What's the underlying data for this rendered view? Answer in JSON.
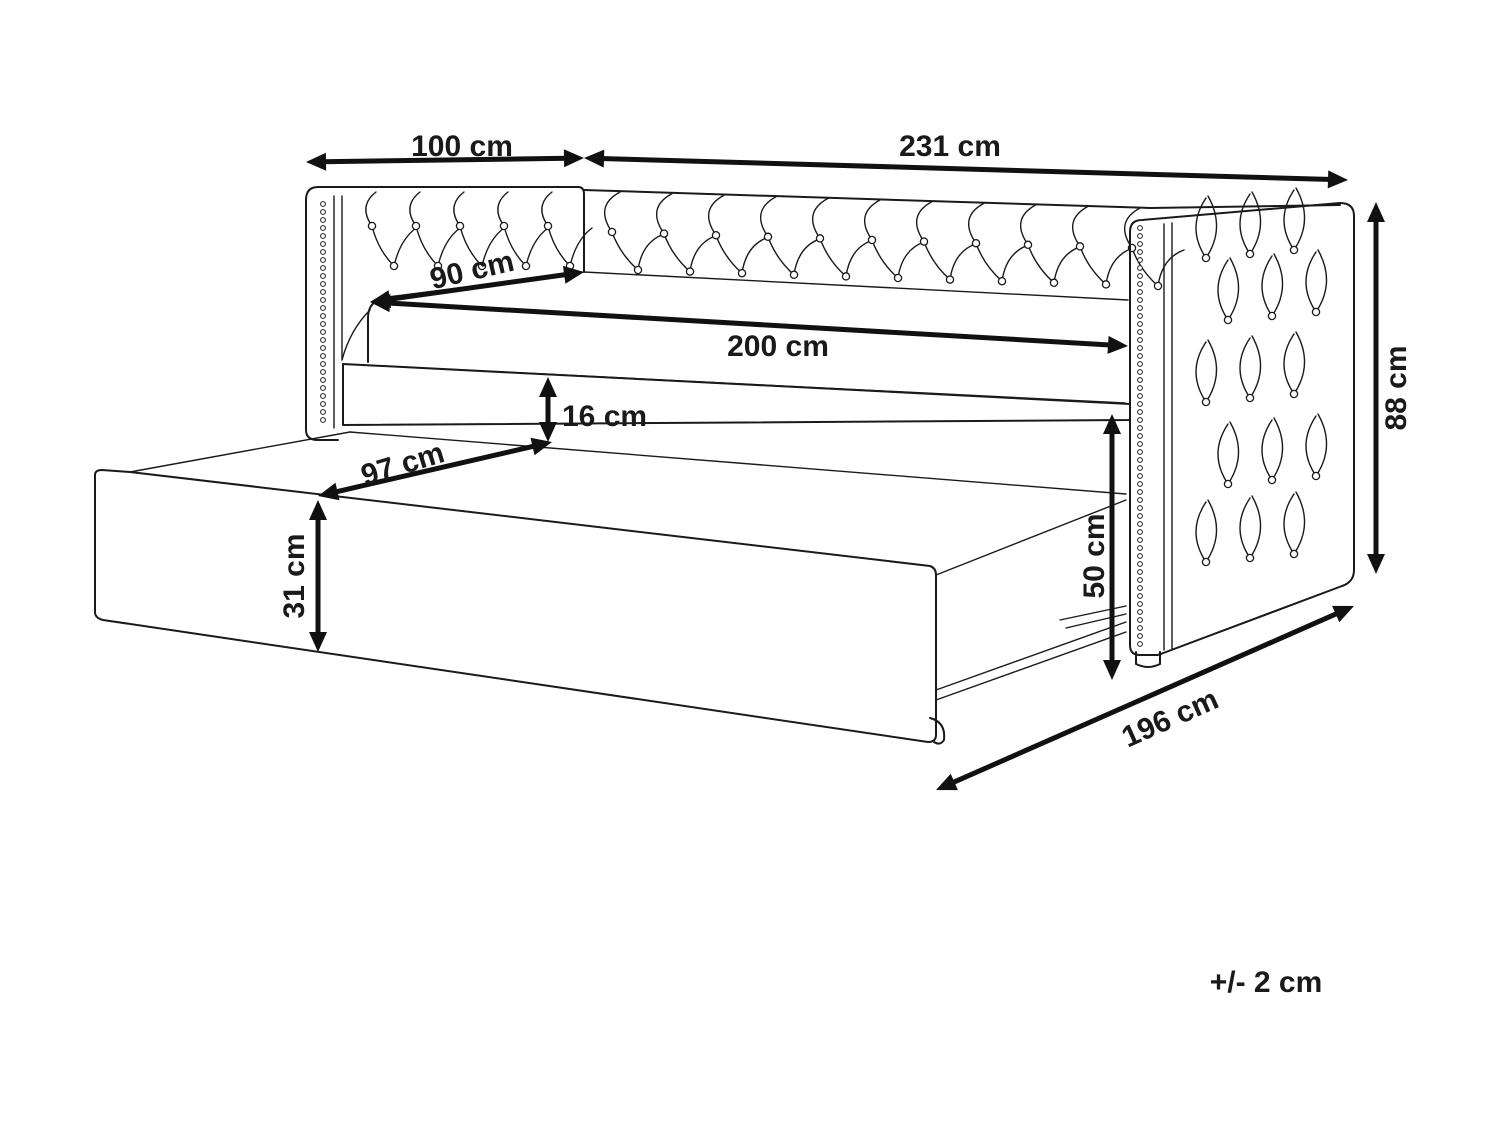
{
  "dimensions": {
    "armrest_depth": "100 cm",
    "overall_length": "231 cm",
    "seat_depth": "90 cm",
    "mattress_length": "200 cm",
    "mattress_height": "16 cm",
    "trundle_depth": "97 cm",
    "overall_height": "88 cm",
    "trundle_height": "31 cm",
    "seat_height": "50 cm",
    "trundle_length": "196 cm"
  },
  "tolerance": "+/- 2 cm",
  "colors": {
    "line": "#1a1a1a",
    "arrow": "#111111",
    "background": "#ffffff"
  }
}
